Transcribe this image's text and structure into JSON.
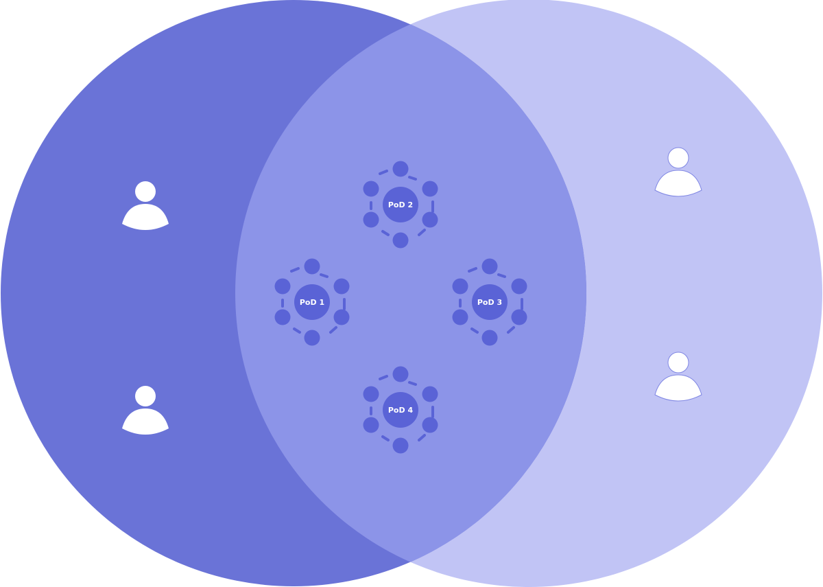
{
  "colors": {
    "left_circle": "#6a73d7",
    "overlap": "#8c94e8",
    "right_circle": "#c1c4f5",
    "pod": "#5a63d6",
    "person": "#ffffff"
  },
  "pods": [
    {
      "label": "PoD 1"
    },
    {
      "label": "PoD 2"
    },
    {
      "label": "PoD 3"
    },
    {
      "label": "PoD 4"
    }
  ],
  "people": [
    {
      "icon": "person-icon",
      "group": "left"
    },
    {
      "icon": "person-icon",
      "group": "left"
    },
    {
      "icon": "person-icon",
      "group": "right"
    },
    {
      "icon": "person-icon",
      "group": "right"
    }
  ]
}
